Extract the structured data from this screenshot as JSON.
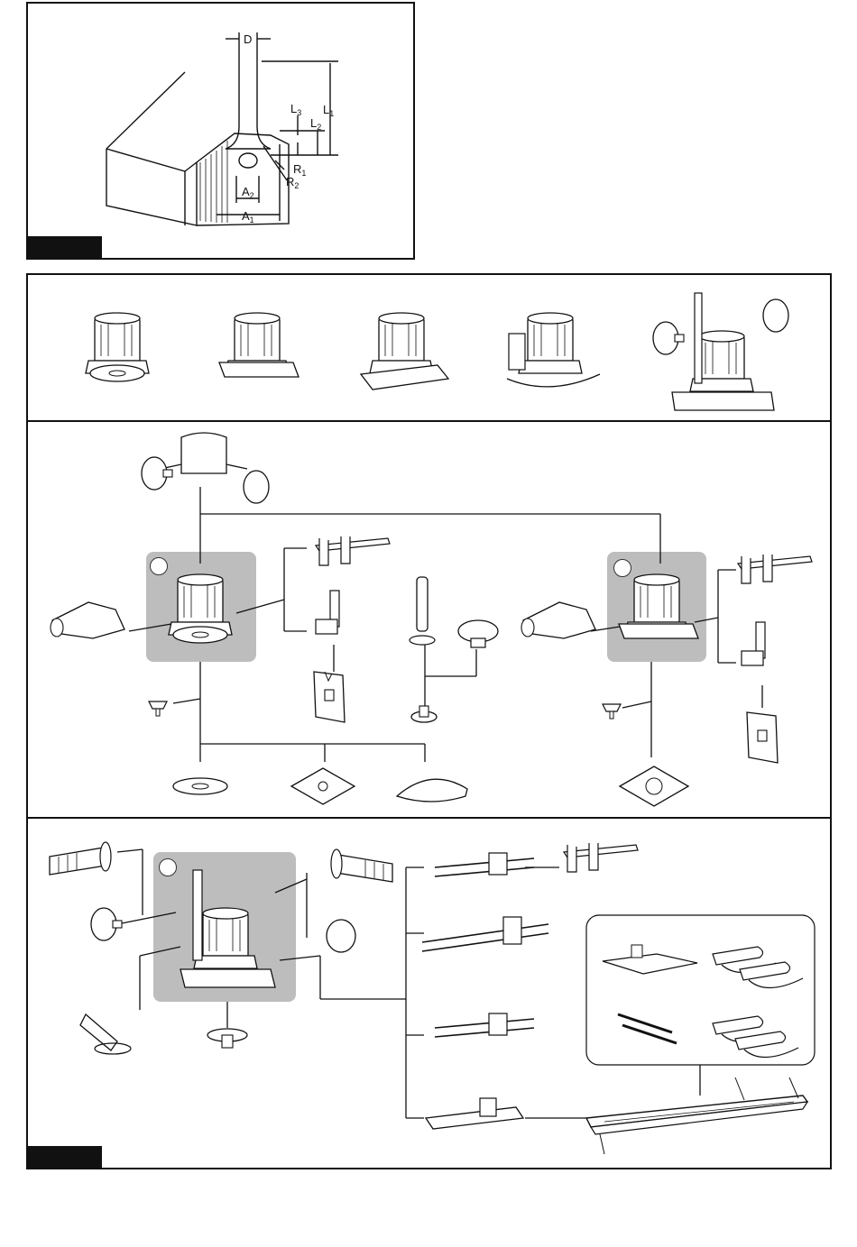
{
  "dimensions": {
    "D": "D",
    "L1": "L",
    "L1_sub": "1",
    "L2": "L",
    "L2_sub": "2",
    "L3": "L",
    "L3_sub": "3",
    "R1": "R",
    "R1_sub": "1",
    "R2": "R",
    "R2_sub": "2",
    "A1": "A",
    "A1_sub": "1",
    "A2": "A",
    "A2_sub": "2"
  },
  "colors": {
    "line": "#111111",
    "highlight": "#bdbdbd",
    "badge": "#111111"
  },
  "icons": [
    "router-bit-profile",
    "trimmer-base",
    "tilt-base",
    "offset-base",
    "plunge-base",
    "handle-knob",
    "straight-guide",
    "trimmer-guide",
    "dust-nozzle",
    "templet-guide",
    "base-plate",
    "guide-rail",
    "rail-clamp",
    "rail-adapter"
  ]
}
